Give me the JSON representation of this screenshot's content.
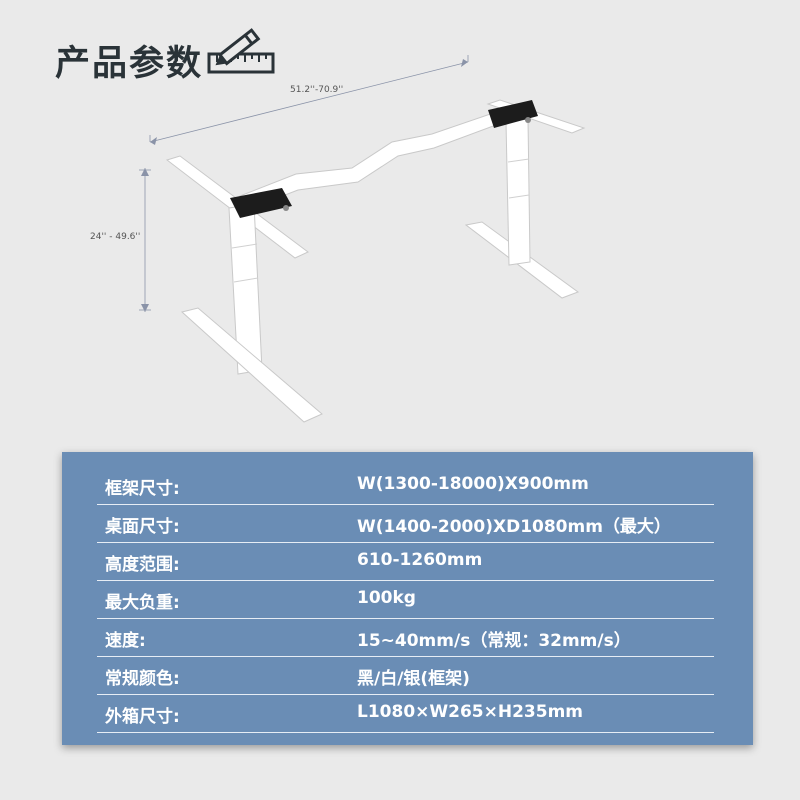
{
  "title": "产品参数",
  "dimensions": {
    "width_range": "51.2''-70.9''",
    "height_range": "24'' - 49.6''"
  },
  "specs": [
    {
      "label": "框架尺寸:",
      "value": "W(1300-18000)X900mm"
    },
    {
      "label": "桌面尺寸:",
      "value": "W(1400-2000)XD1080mm（最大）"
    },
    {
      "label": "高度范围:",
      "value": "610-1260mm"
    },
    {
      "label": "最大负重:",
      "value": "100kg"
    },
    {
      "label": "速度:",
      "value": "15~40mm/s（常规：32mm/s）"
    },
    {
      "label": "常规颜色:",
      "value": "黑/白/银(框架)"
    },
    {
      "label": "外箱尺寸:",
      "value": "L1080×W265×H235mm"
    }
  ],
  "colors": {
    "background": "#eaeaea",
    "panel": "#6a8db5",
    "title": "#2a3338",
    "frame": "#ffffff"
  },
  "icons": [
    "ruler-pencil-icon"
  ]
}
